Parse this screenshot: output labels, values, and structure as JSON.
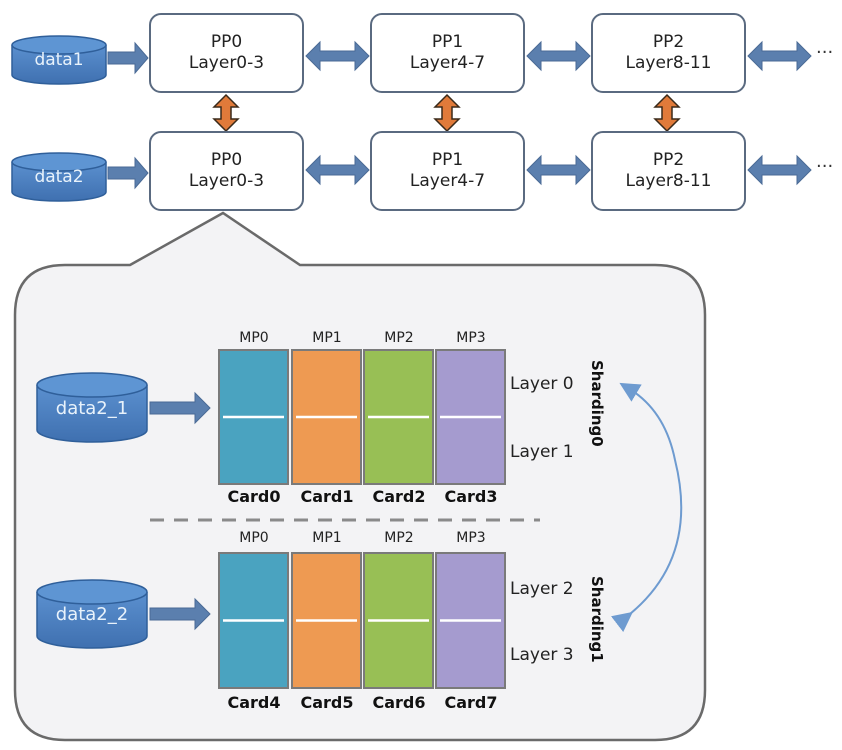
{
  "pipeline": {
    "rows": [
      {
        "data_label": "data1",
        "stages": [
          {
            "name": "PP0",
            "layers": "Layer0-3"
          },
          {
            "name": "PP1",
            "layers": "Layer4-7"
          },
          {
            "name": "PP2",
            "layers": "Layer8-11"
          }
        ],
        "continuation": "···"
      },
      {
        "data_label": "data2",
        "stages": [
          {
            "name": "PP0",
            "layers": "Layer0-3"
          },
          {
            "name": "PP1",
            "layers": "Layer4-7"
          },
          {
            "name": "PP2",
            "layers": "Layer8-11"
          }
        ],
        "continuation": "···"
      }
    ]
  },
  "detail": {
    "groups": [
      {
        "data_label": "data2_1",
        "mp_labels": [
          "MP0",
          "MP1",
          "MP2",
          "MP3"
        ],
        "cards": [
          "Card0",
          "Card1",
          "Card2",
          "Card3"
        ],
        "layers": [
          "Layer 0",
          "Layer 1"
        ],
        "sharding_label": "Sharding0"
      },
      {
        "data_label": "data2_2",
        "mp_labels": [
          "MP0",
          "MP1",
          "MP2",
          "MP3"
        ],
        "cards": [
          "Card4",
          "Card5",
          "Card6",
          "Card7"
        ],
        "layers": [
          "Layer 2",
          "Layer 3"
        ],
        "sharding_label": "Sharding1"
      }
    ]
  },
  "colors": {
    "data_cylinder": "#4a7fc1",
    "arrow_blue": "#5b7fae",
    "arrow_orange": "#e07a3a",
    "mp0": "#4aa3c0",
    "mp1": "#ee9a52",
    "mp2": "#98bf55",
    "mp3": "#a59bcf",
    "callout_bg": "#f3f3f5",
    "sharding_arrow": "#6e9bd0"
  }
}
